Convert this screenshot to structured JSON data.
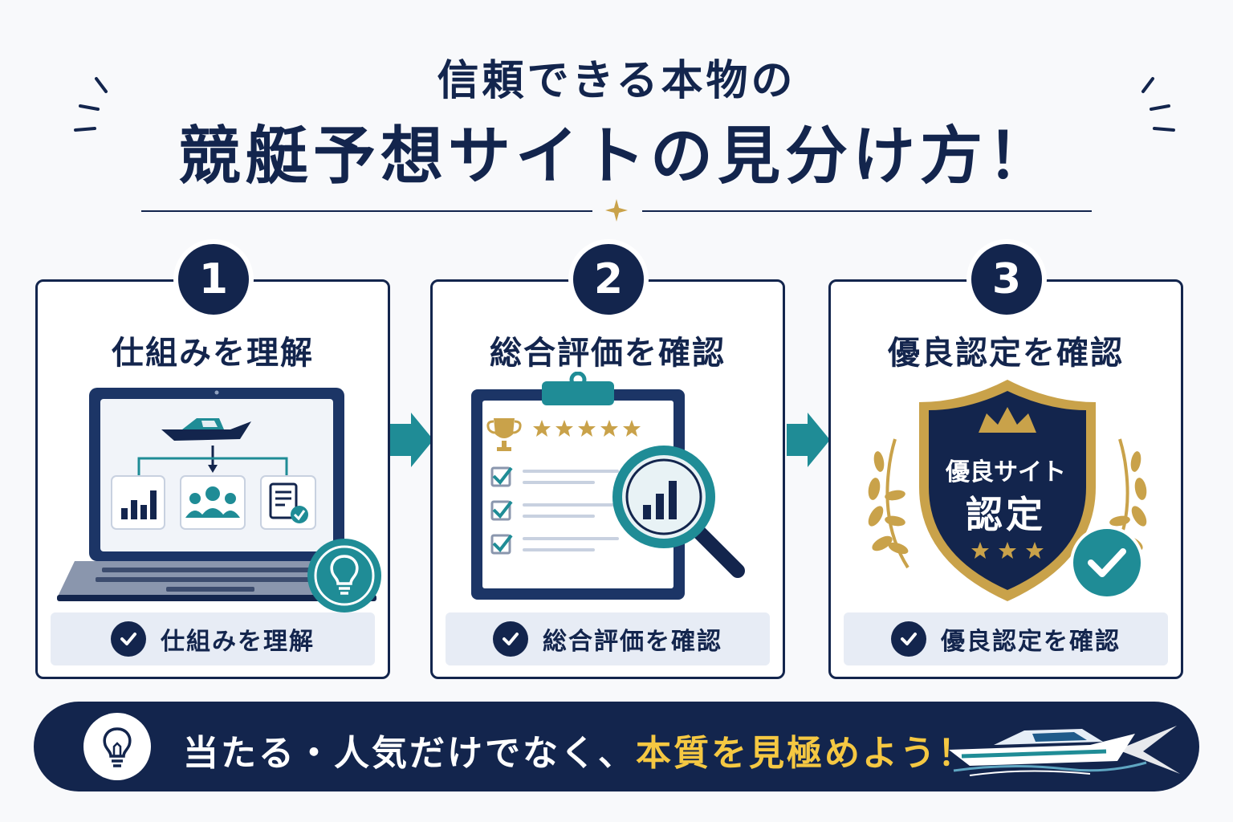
{
  "header": {
    "title_line1": "信頼できる本物の",
    "title_line2": "競艇予想サイトの見分け方！"
  },
  "steps": [
    {
      "number": "1",
      "title": "仕組みを理解",
      "footer": "仕組みを理解"
    },
    {
      "number": "2",
      "title": "総合評価を確認",
      "footer": "総合評価を確認"
    },
    {
      "number": "3",
      "title": "優良認定を確認",
      "footer": "優良認定を確認"
    }
  ],
  "shield": {
    "line1": "優良サイト",
    "line2": "認定"
  },
  "banner": {
    "text_main": "当たる・人気だけでなく、",
    "text_highlight": "本質を見極めよう！"
  },
  "colors": {
    "navy": "#13254d",
    "teal": "#1f8c96",
    "gold": "#c9a24a",
    "yellow": "#f5c842"
  },
  "icons": [
    "star-icon",
    "laptop-icon",
    "boat-icon",
    "bar-chart-icon",
    "users-icon",
    "document-check-icon",
    "lightbulb-icon",
    "arrow-right-icon",
    "clipboard-icon",
    "trophy-icon",
    "magnifier-icon",
    "shield-icon",
    "crown-icon",
    "laurel-icon",
    "check-icon"
  ]
}
